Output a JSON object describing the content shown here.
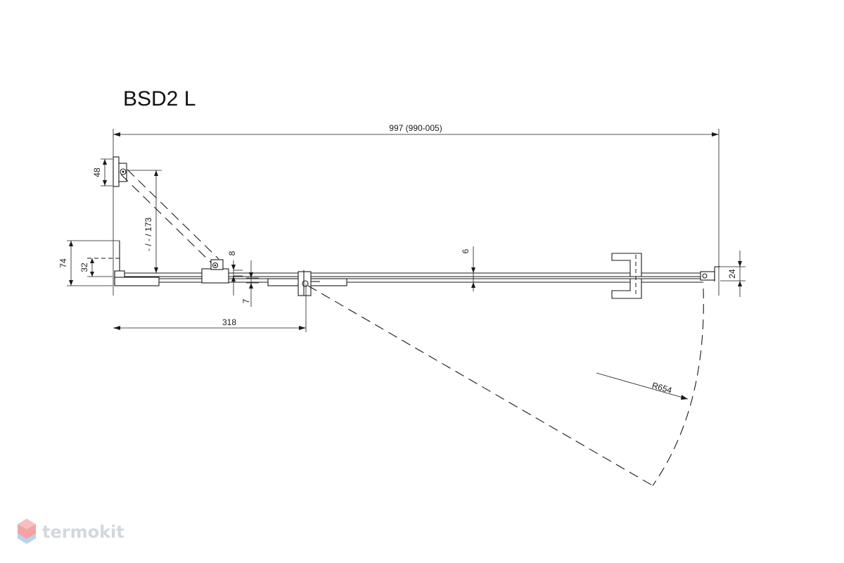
{
  "title": "BSD2 L",
  "dimensions": {
    "total_width": "997 (990-005)",
    "wall_profile_height": "74",
    "wall_profile_inner": "32",
    "hinge_bracket": "48",
    "swing_offset": "- / - / 173",
    "gap_top": "8",
    "gap_bottom": "7",
    "glass_thickness": "6",
    "end_profile": "24",
    "hinge_position": "318",
    "swing_radius": "R654"
  },
  "watermark": {
    "text": "termokit",
    "logo": "hexagon-logo-icon"
  },
  "colors": {
    "line": "#1a1a1a",
    "watermark_text": "#d3d8dd",
    "logo_top": "#f3a3a3",
    "logo_bottom": "#b9d3ef"
  }
}
